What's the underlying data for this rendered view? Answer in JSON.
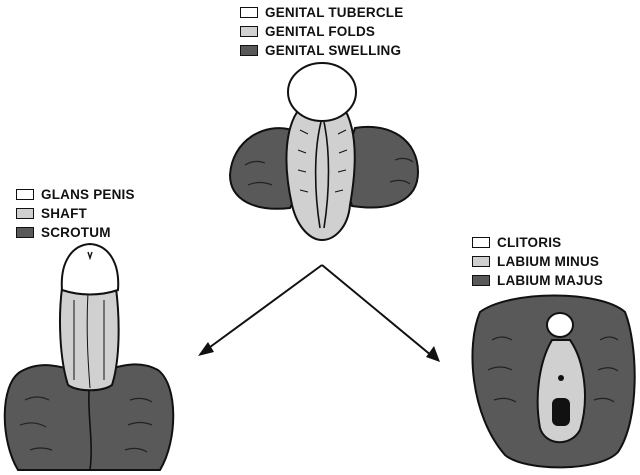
{
  "colors": {
    "light": "#ffffff",
    "medium": "#d0d0d0",
    "dark": "#595959",
    "outline": "#111111"
  },
  "legends": {
    "indifferent": [
      {
        "label": "GENITAL TUBERCLE",
        "swatch": "light"
      },
      {
        "label": "GENITAL FOLDS",
        "swatch": "medium"
      },
      {
        "label": "GENITAL SWELLING",
        "swatch": "dark"
      }
    ],
    "male": [
      {
        "label": "GLANS PENIS",
        "swatch": "light"
      },
      {
        "label": "SHAFT",
        "swatch": "medium"
      },
      {
        "label": "SCROTUM",
        "swatch": "dark"
      }
    ],
    "female": [
      {
        "label": "CLITORIS",
        "swatch": "light"
      },
      {
        "label": "LABIUM MINUS",
        "swatch": "medium"
      },
      {
        "label": "LABIUM MAJUS",
        "swatch": "dark"
      }
    ]
  }
}
